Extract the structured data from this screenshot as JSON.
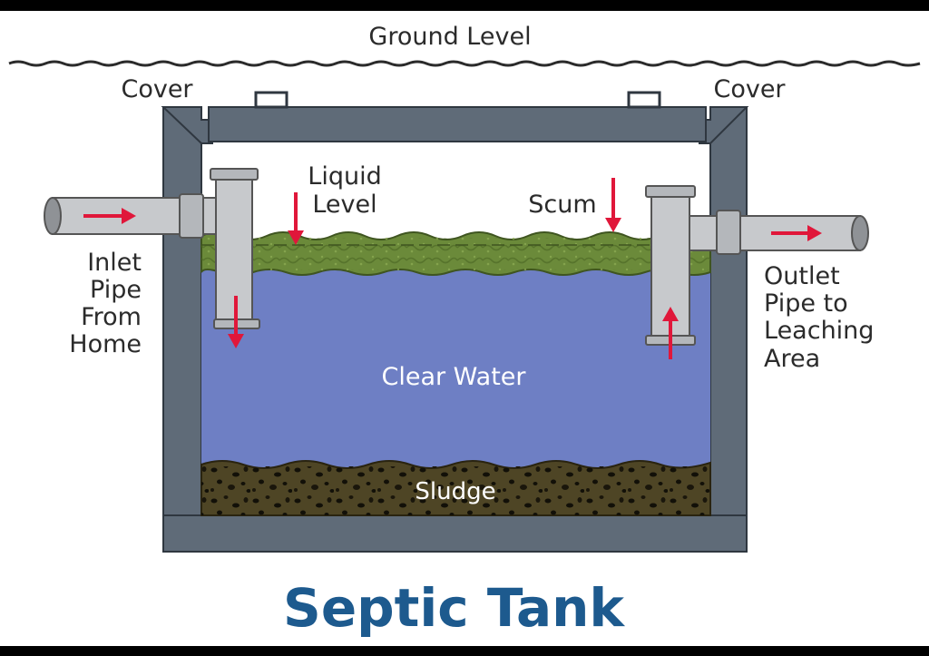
{
  "title": "Septic Tank",
  "labels": {
    "ground_level": "Ground Level",
    "cover_left": "Cover",
    "cover_right": "Cover",
    "liquid_level_line1": "Liquid",
    "liquid_level_line2": "Level",
    "scum": "Scum",
    "clear_water": "Clear Water",
    "sludge": "Sludge",
    "inlet_line1": "Inlet",
    "inlet_line2": "Pipe",
    "inlet_line3": "From",
    "inlet_line4": "Home",
    "outlet_line1": "Outlet",
    "outlet_line2": "Pipe to",
    "outlet_line3": "Leaching",
    "outlet_line4": "Area"
  },
  "colors": {
    "background": "#ffffff",
    "tank_wall": "#5f6b78",
    "water": "#6e7fc4",
    "scum": "#6b8a3a",
    "sludge": "#4e4525",
    "pipe": "#c7c9cc",
    "arrow": "#e0173a",
    "title": "#1d5a8e",
    "label_dark": "#2b2b2b",
    "label_light": "#ffffff"
  }
}
